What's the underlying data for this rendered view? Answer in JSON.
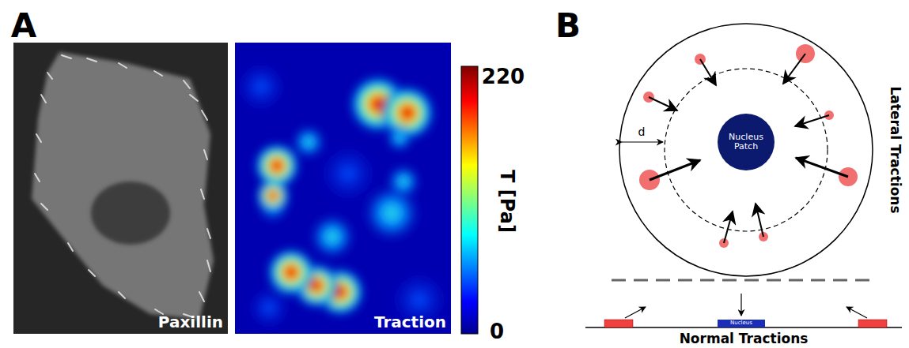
{
  "diagram": {
    "nodes": [
      {
        "text": [
          "Paxillin"
        ]
      },
      {
        "text": [
          "Traction"
        ]
      },
      {
        "text": [
          "Nucleus Patch"
        ]
      },
      {
        "text": [
          "Nucleus"
        ]
      }
    ],
    "labels": [
      "A",
      "220",
      "T [Pa]",
      "0",
      "B",
      "d",
      "Lateral Tractions",
      "Normal Tractions"
    ]
  }
}
